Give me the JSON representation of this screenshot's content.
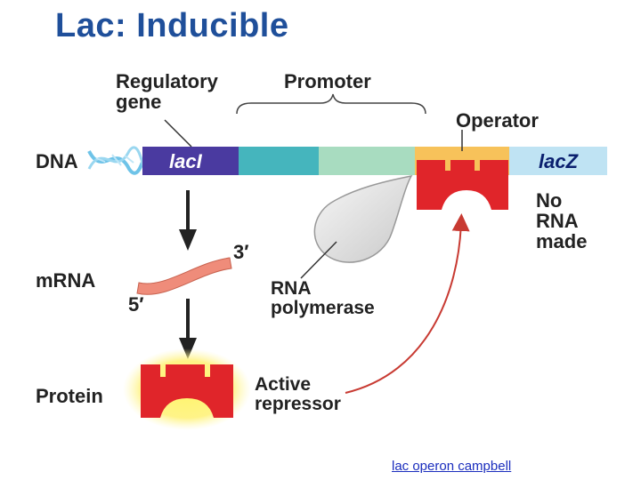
{
  "title": "Lac: Inducible",
  "labels": {
    "regulatory_gene": [
      "Regulatory",
      "gene"
    ],
    "promoter": "Promoter",
    "operator": "Operator",
    "dna": "DNA",
    "lacI": "lacI",
    "lacZ": "lacZ",
    "no_rna_made": [
      "No",
      "RNA",
      "made"
    ],
    "mrna": "mRNA",
    "three_prime": "3′",
    "five_prime": "5′",
    "rna_polymerase": [
      "RNA",
      "polymerase"
    ],
    "protein": "Protein",
    "active_repressor": [
      "Active",
      "repressor"
    ]
  },
  "link": "lac operon campbell",
  "colors": {
    "title": "#1f4f9a",
    "lacI": "#4a3aa0",
    "promoter_teal": "#45b5bd",
    "promoter_green": "#a8dcc0",
    "operator": "#f7c25a",
    "lacZ": "#bfe3f3",
    "repressor": "#e0252a",
    "mrna": "#ef8c7a",
    "polymerase": "#e6e6e6",
    "arrow": "#c83a32"
  }
}
